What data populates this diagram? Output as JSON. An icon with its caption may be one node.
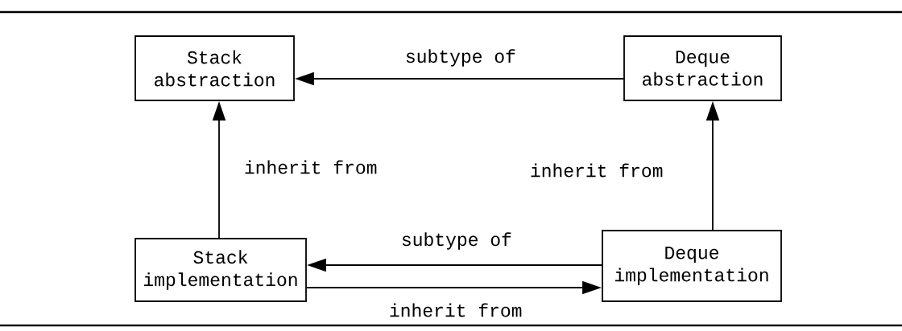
{
  "diagram": {
    "nodes": [
      {
        "text": [
          "Stack abstraction"
        ]
      },
      {
        "text": [
          "Deque abstraction"
        ]
      },
      {
        "text": [
          "Stack implementation"
        ]
      },
      {
        "text": [
          "Deque implementation"
        ]
      }
    ],
    "edges": [
      {
        "from": 1,
        "to": 0,
        "arrow": "to",
        "label": "subtype of"
      },
      {
        "from": 2,
        "to": 0,
        "arrow": "to",
        "label": "inherit from"
      },
      {
        "from": 3,
        "to": 1,
        "arrow": "to",
        "label": "inherit from"
      },
      {
        "from": 3,
        "to": 2,
        "arrow": "to",
        "label": "subtype of"
      },
      {
        "from": 2,
        "to": 3,
        "arrow": "to",
        "label": "inherit from"
      }
    ]
  }
}
